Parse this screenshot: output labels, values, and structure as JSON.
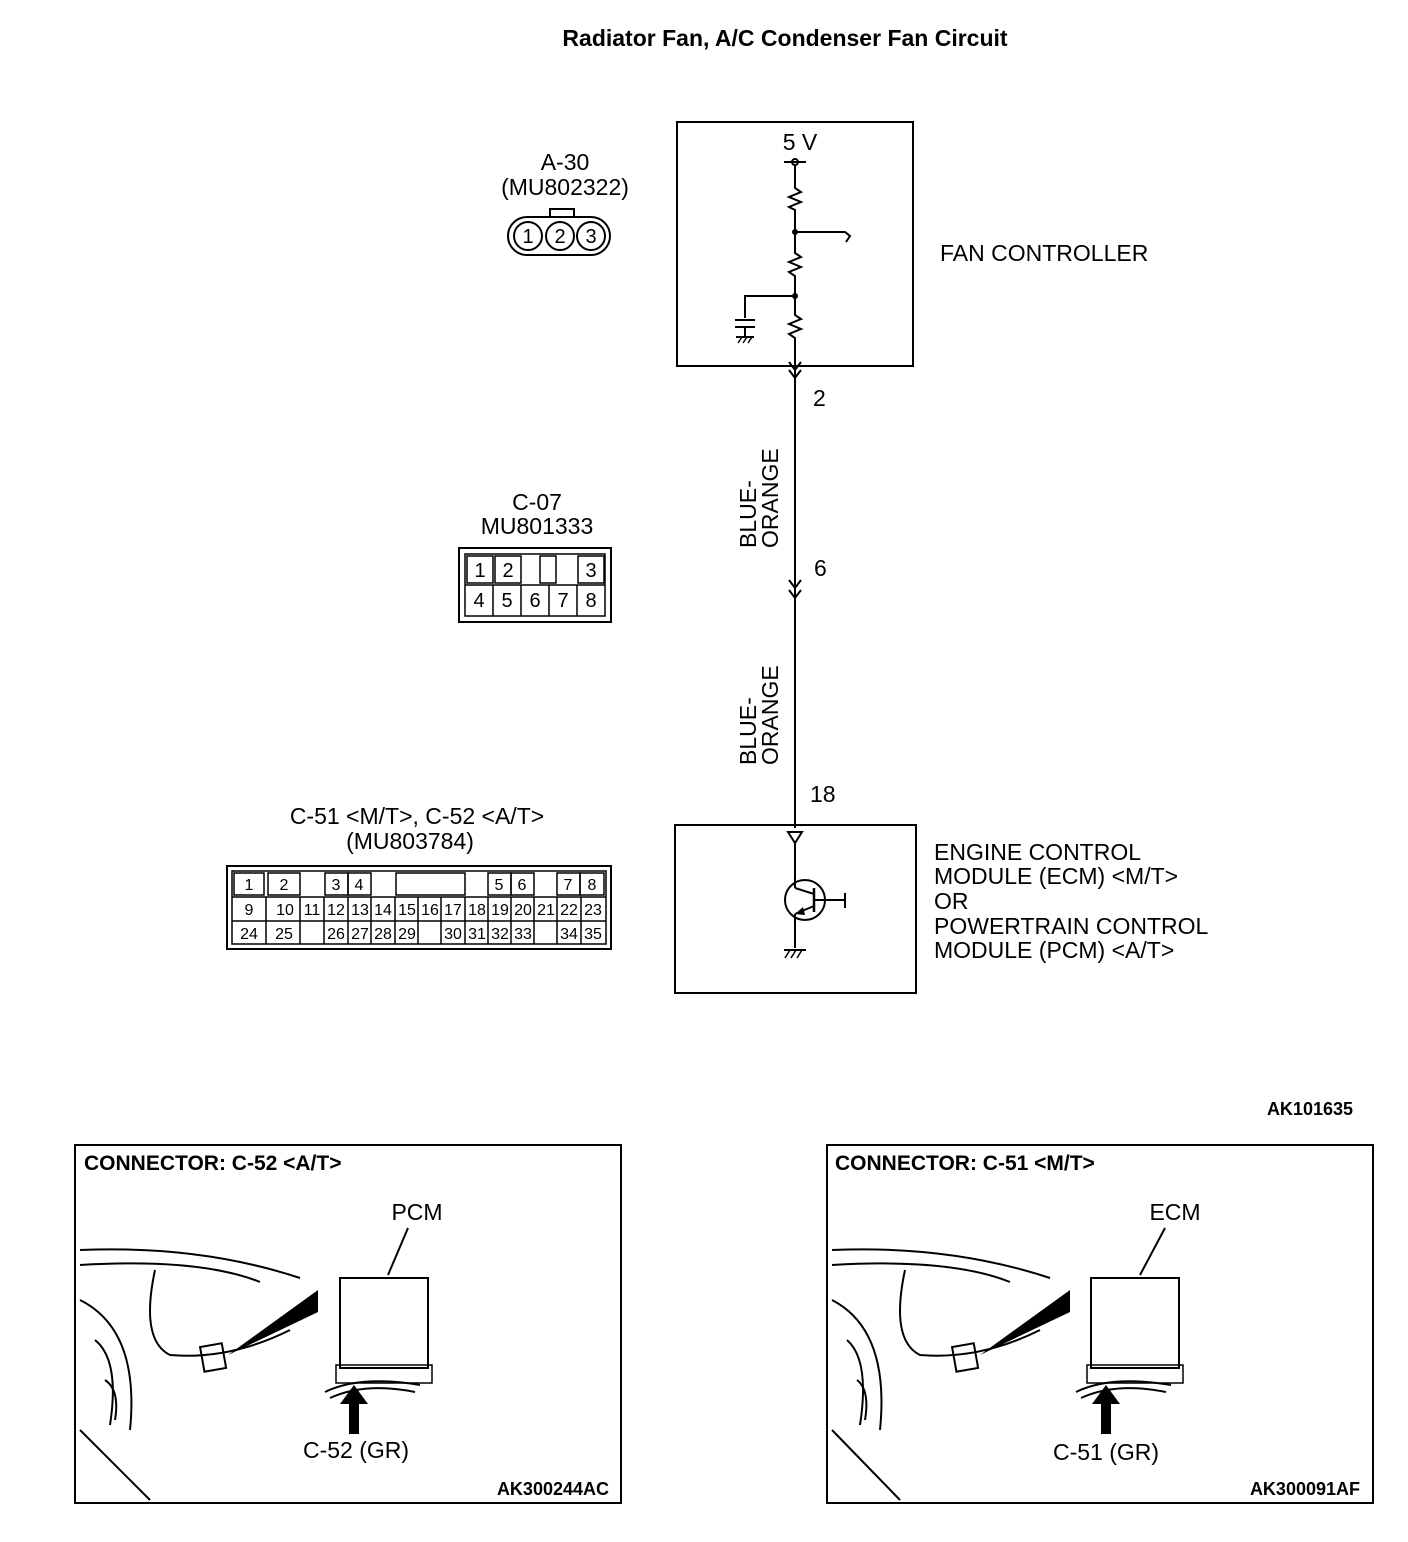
{
  "title": "Radiator Fan, A/C Condenser Fan Circuit",
  "fan_controller": {
    "label": "FAN CONTROLLER",
    "voltage": "5 V"
  },
  "connector_a30": {
    "id": "A-30",
    "part": "(MU802322)",
    "pins": [
      "1",
      "2",
      "3"
    ]
  },
  "connector_c07": {
    "id": "C-07",
    "part": "MU801333",
    "row1": [
      "1",
      "2",
      "",
      "3"
    ],
    "row2": [
      "4",
      "5",
      "6",
      "7",
      "8"
    ]
  },
  "connector_c51": {
    "id": "C-51 <M/T>, C-52 <A/T>",
    "part": "(MU803784)",
    "row1": [
      "1",
      "2",
      "3",
      "4",
      "5",
      "6",
      "7",
      "8"
    ],
    "row2": [
      "9",
      "10",
      "11",
      "12",
      "13",
      "14",
      "15",
      "16",
      "17",
      "18",
      "19",
      "20",
      "21",
      "22",
      "23"
    ],
    "row3": [
      "24",
      "25",
      "26",
      "27",
      "28",
      "29",
      "30",
      "31",
      "32",
      "33",
      "34",
      "35"
    ]
  },
  "wire": {
    "pin_top": "2",
    "pin_mid": "6",
    "pin_bottom": "18",
    "color_line1": "BLUE-",
    "color_line2": "ORANGE"
  },
  "ecm": {
    "line1": "ENGINE CONTROL",
    "line2": "MODULE (ECM) <M/T>",
    "line3": "OR",
    "line4": "POWERTRAIN CONTROL",
    "line5": "MODULE (PCM) <A/T>"
  },
  "diagram_code": "AK101635",
  "panel_left": {
    "header": "CONNECTOR: C-52 <A/T>",
    "module": "PCM",
    "connector": "C-52 (GR)",
    "code": "AK300244AC"
  },
  "panel_right": {
    "header": "CONNECTOR: C-51 <M/T>",
    "module": "ECM",
    "connector": "C-51 (GR)",
    "code": "AK300091AF"
  }
}
